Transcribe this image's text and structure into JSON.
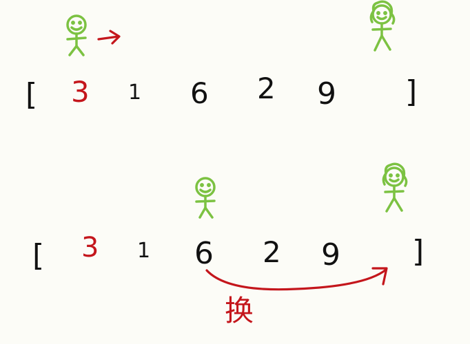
{
  "colors": {
    "background": "#fcfcf7",
    "ink": "#111111",
    "highlight": "#c4161c",
    "figure": "#7cc242"
  },
  "row1": {
    "open_bracket": "[",
    "close_bracket": "]",
    "numbers": [
      "3",
      "1",
      "6",
      "2",
      "9"
    ],
    "highlight_index": 0
  },
  "row2": {
    "open_bracket": "[",
    "close_bracket": "]",
    "numbers": [
      "3",
      "1",
      "6",
      "2",
      "9"
    ],
    "highlight_index": 0,
    "swap_label": "换"
  },
  "icons": {
    "left_pointer": "stick-figure-boy-icon",
    "right_pointer": "stick-figure-girl-icon",
    "move_arrow": "right-arrow-icon",
    "swap_arrow": "curved-swap-arrow-icon"
  }
}
